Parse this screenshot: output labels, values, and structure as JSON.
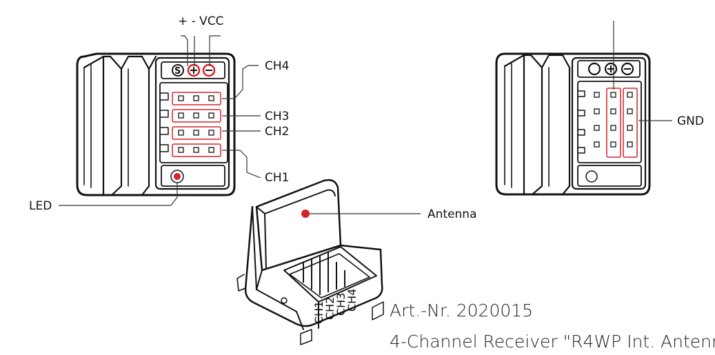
{
  "labels": {
    "vcc": "+ - VCC",
    "ch4": "CH4",
    "ch3": "CH3",
    "ch2": "CH2",
    "ch1": "CH1",
    "led": "LED",
    "gnd": "GND",
    "antenna": "Antenna",
    "button_s": "S"
  },
  "connector_labels": [
    "CH1",
    "CH2",
    "CH3",
    "CH4"
  ],
  "caption": {
    "art_nr": "Art.-Nr. 2020015",
    "product": "4-Channel Receiver \"R4WP Int. Antenn"
  },
  "colors": {
    "accent_red": "#d9202a",
    "outline": "#111111"
  }
}
